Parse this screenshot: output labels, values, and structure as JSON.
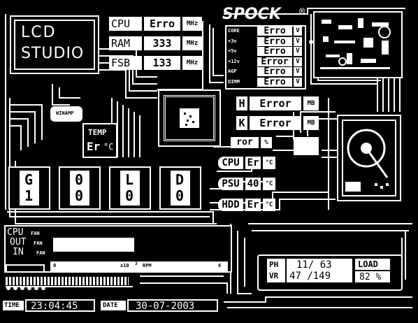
{
  "brand": {
    "logo_lines": [
      "LCD",
      "STUDIO"
    ],
    "product": "SPOCK",
    "registered": "®"
  },
  "clocks": [
    {
      "label": "CPU",
      "value": "Erro",
      "unit": "MHz"
    },
    {
      "label": "RAM",
      "value": "333",
      "unit": "MHz"
    },
    {
      "label": "FSB",
      "value": "133",
      "unit": "MHz"
    }
  ],
  "voltages": [
    {
      "label": "CORE",
      "value": "Erro",
      "unit": "V"
    },
    {
      "label": "+3v",
      "value": "Erro",
      "unit": "V"
    },
    {
      "label": "+5v",
      "value": "Erro",
      "unit": "V"
    },
    {
      "label": "+12v",
      "value": "Error",
      "unit": "V"
    },
    {
      "label": "AGP",
      "value": "Erro",
      "unit": "V"
    },
    {
      "label": "DIMM",
      "value": "Erro",
      "unit": "V"
    }
  ],
  "memory": [
    {
      "label": "H",
      "value": "Error",
      "unit": "MB"
    },
    {
      "label": "K",
      "value": "Error",
      "unit": "MB"
    }
  ],
  "load_pct": {
    "value": "ror",
    "unit": "%"
  },
  "temps": [
    {
      "label": "CPU",
      "value": "Er",
      "unit": "°C"
    },
    {
      "label": "PSU",
      "value": "40",
      "unit": "°C"
    },
    {
      "label": "HDD",
      "value": "Er",
      "unit": "°C"
    }
  ],
  "temp_box": {
    "label": "TEMP",
    "value": "Er",
    "unit": "°C"
  },
  "winamp_badge": "WINAMP",
  "digits": [
    {
      "top": "G",
      "bottom": "1"
    },
    {
      "top": "0",
      "bottom": "0"
    },
    {
      "top": "L",
      "bottom": "0"
    },
    {
      "top": "D",
      "bottom": "0"
    }
  ],
  "fans": {
    "labels": [
      "CPU",
      "OUT",
      "IN"
    ],
    "suffix": "FAN",
    "bar_fill": 0.47,
    "scale_start": "0",
    "scale_mid": "x10",
    "scale_exp": "3",
    "scale_unit": "RPM",
    "scale_end": "6"
  },
  "winamp": {
    "ph_label": "PH",
    "vr_label": "VR",
    "ph_value": "11/ 63",
    "vr_value": "47 /149"
  },
  "load": {
    "label": "LOAD",
    "value": "82 %"
  },
  "status": {
    "time_label": "TIME",
    "time_value": "23:04:45",
    "date_label": "DATE",
    "date_value": "30-07-2003"
  }
}
